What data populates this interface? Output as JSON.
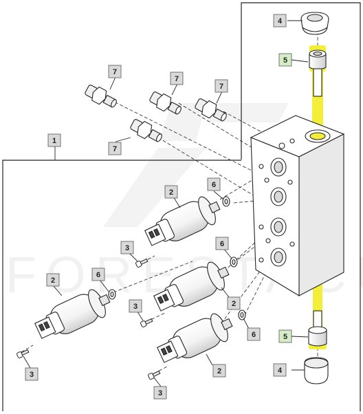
{
  "colors": {
    "line": "#222222",
    "callout_fill": "#d9d9d9",
    "callout_highlight_fill": "#d6ecc6",
    "highlight": "#f2ee3a",
    "part_fill": "#ffffff",
    "part_shade": "#e6e6e6",
    "watermark": "#f1f1f1"
  },
  "watermark": {
    "text": "FORESTACUI"
  },
  "callouts": [
    {
      "id": "c-4-top",
      "label": "4",
      "highlighted": false
    },
    {
      "id": "c-5-top",
      "label": "5",
      "highlighted": true
    },
    {
      "id": "c-7-a",
      "label": "7",
      "highlighted": false
    },
    {
      "id": "c-7-b",
      "label": "7",
      "highlighted": false
    },
    {
      "id": "c-7-c",
      "label": "7",
      "highlighted": false
    },
    {
      "id": "c-7-d",
      "label": "7",
      "highlighted": false
    },
    {
      "id": "c-1",
      "label": "1",
      "highlighted": false
    },
    {
      "id": "c-2-a",
      "label": "2",
      "highlighted": false
    },
    {
      "id": "c-6-a",
      "label": "6",
      "highlighted": false
    },
    {
      "id": "c-3-a",
      "label": "3",
      "highlighted": false
    },
    {
      "id": "c-6-b",
      "label": "6",
      "highlighted": false
    },
    {
      "id": "c-2-b",
      "label": "2",
      "highlighted": false
    },
    {
      "id": "c-6-c",
      "label": "6",
      "highlighted": false
    },
    {
      "id": "c-3-b",
      "label": "3",
      "highlighted": false
    },
    {
      "id": "c-2-c",
      "label": "2",
      "highlighted": false
    },
    {
      "id": "c-6-d",
      "label": "6",
      "highlighted": false
    },
    {
      "id": "c-5-bottom",
      "label": "5",
      "highlighted": true
    },
    {
      "id": "c-3-c",
      "label": "3",
      "highlighted": false
    },
    {
      "id": "c-2-d",
      "label": "2",
      "highlighted": false
    },
    {
      "id": "c-4-bottom",
      "label": "4",
      "highlighted": false
    },
    {
      "id": "c-3-d",
      "label": "3",
      "highlighted": false
    }
  ]
}
